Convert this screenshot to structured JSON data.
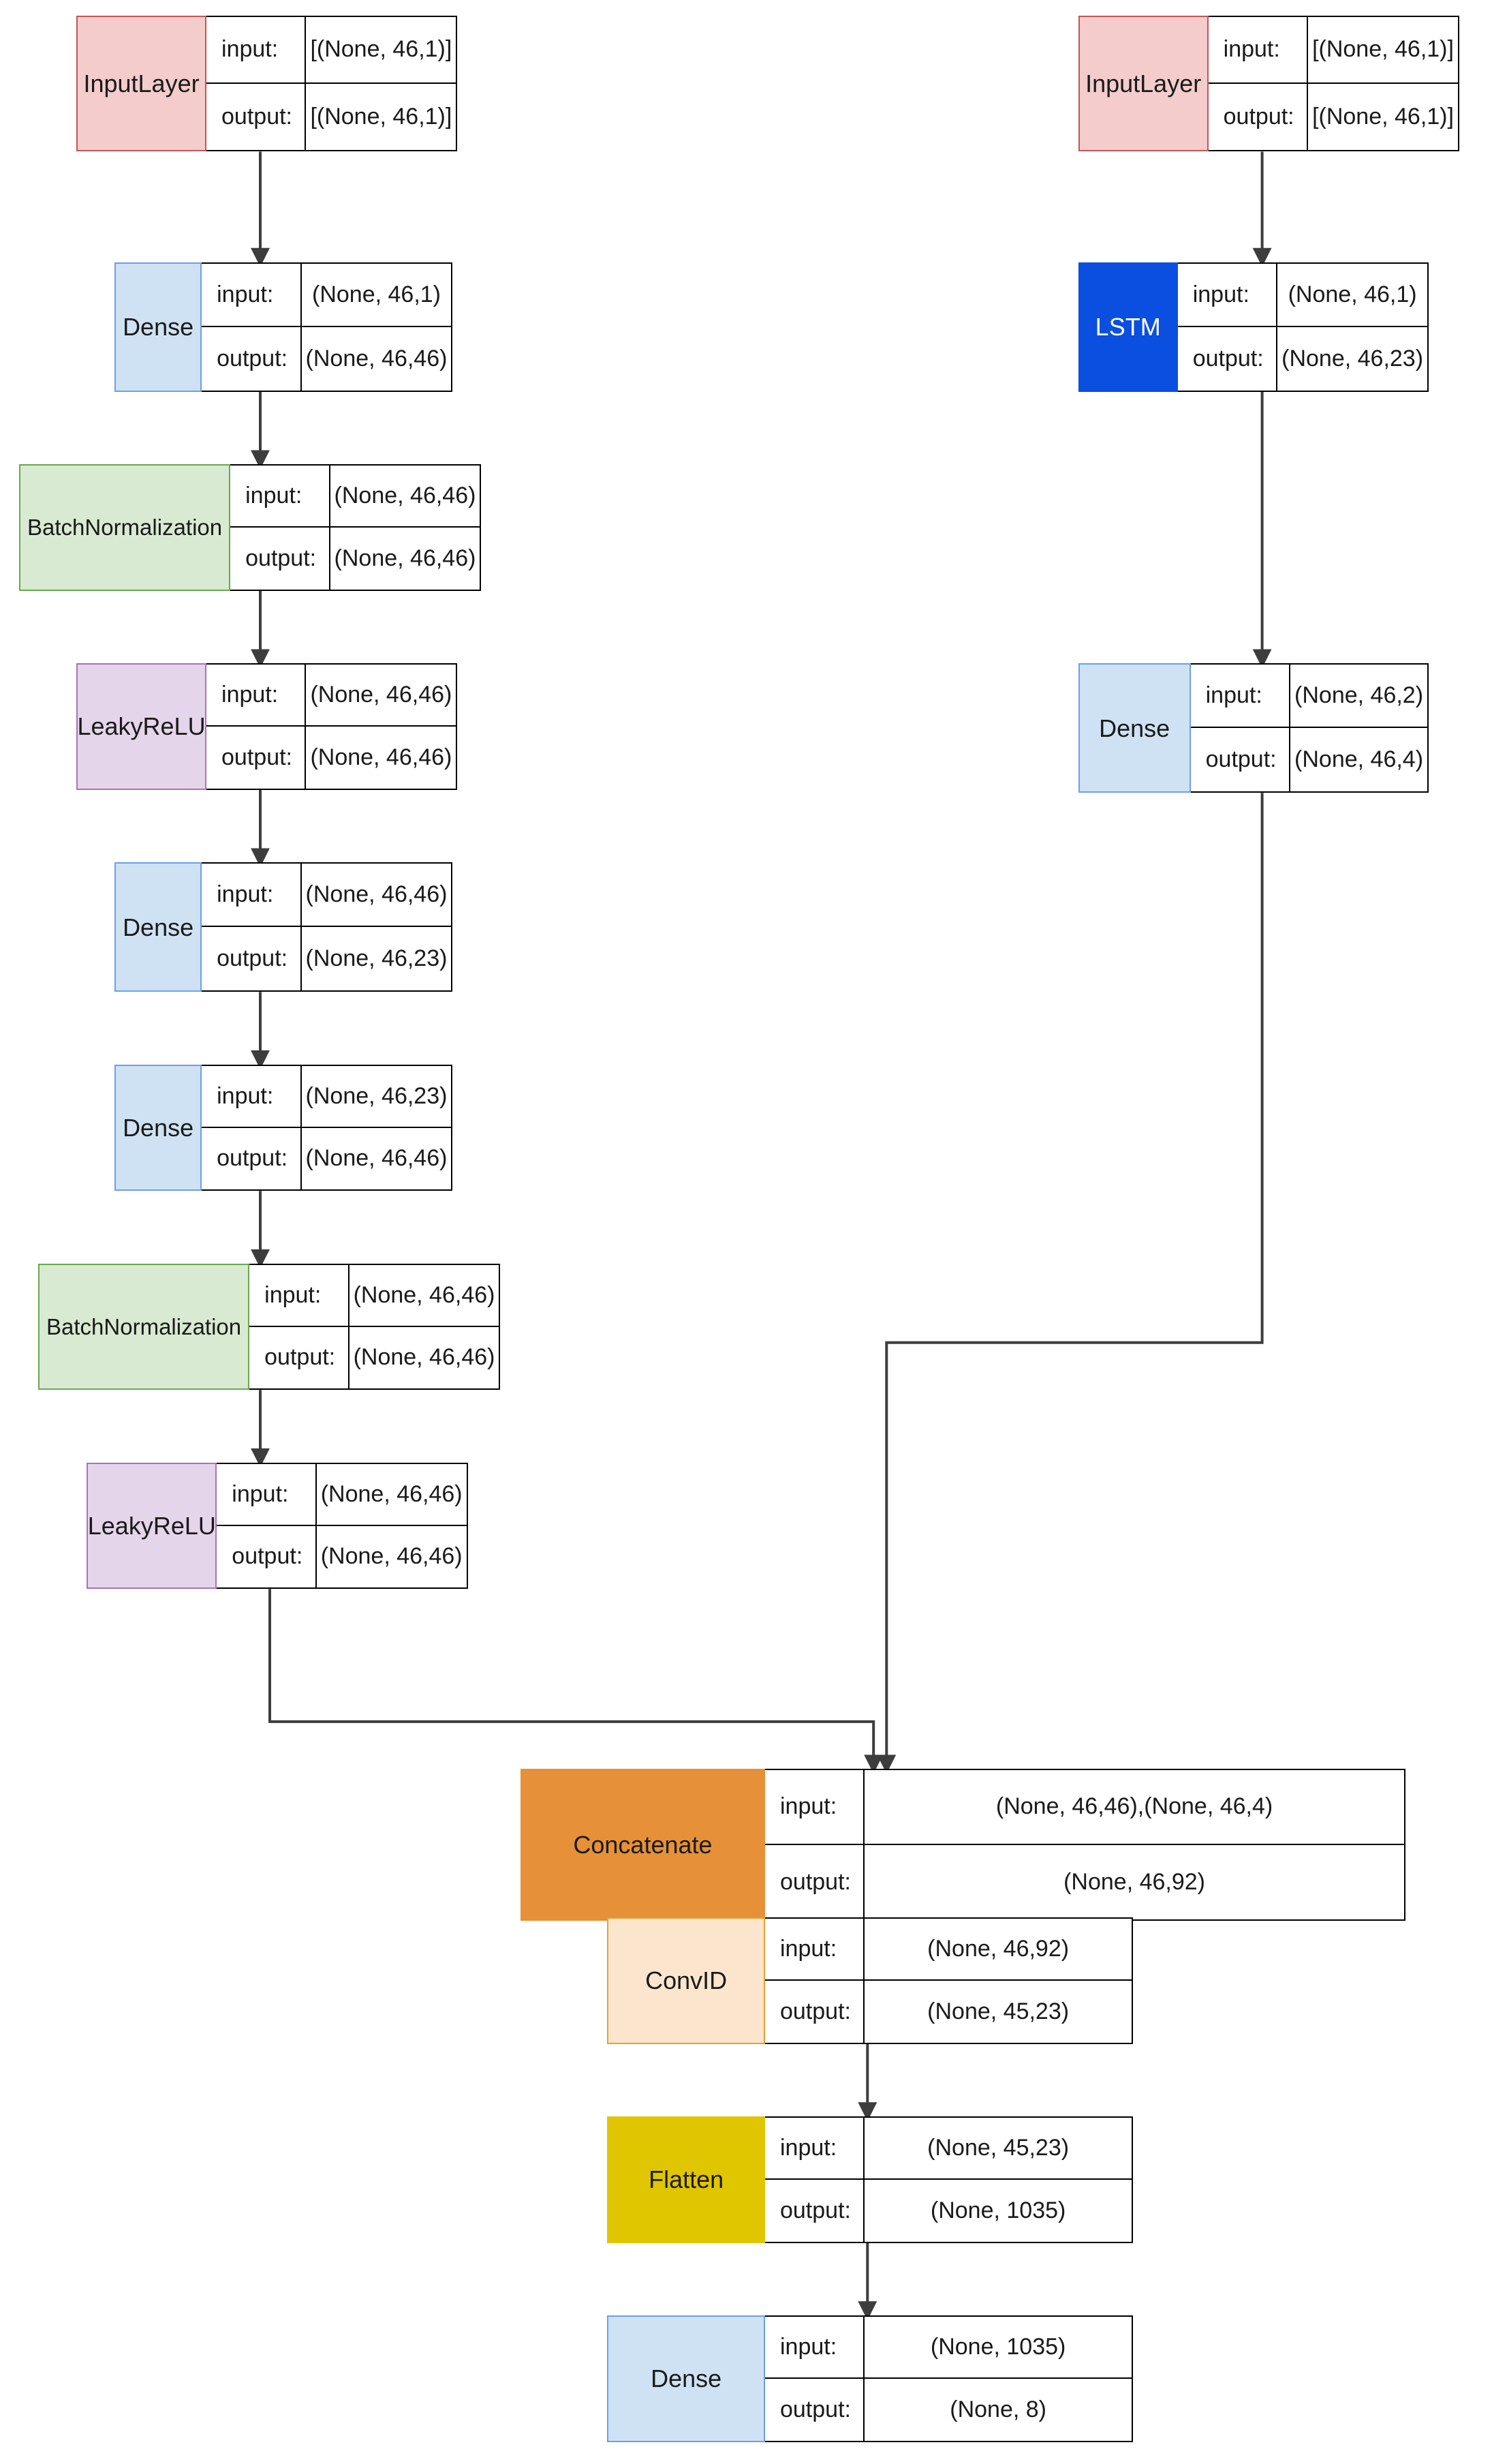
{
  "diagram": {
    "type": "keras-model-plot",
    "title": "",
    "row_labels": {
      "input": "input:",
      "output": "output:"
    },
    "colors": {
      "input_layer_fill": "#f4cccc",
      "input_layer_border": "#bf5656",
      "dense_fill": "#cfe2f3",
      "dense_border": "#6d9eeb",
      "lstm_fill": "#0b4fe0",
      "lstm_border": "#0b4fe0",
      "lstm_text": "#ffffff",
      "batchnorm_fill": "#d9ead3",
      "batchnorm_border": "#6aa84f",
      "leakyrelu_fill": "#e5d5ea",
      "leakyrelu_border": "#a674b5",
      "concatenate_fill": "#e69138",
      "concatenate_border": "#e69138",
      "conv1d_fill": "#fce5cd",
      "conv1d_border": "#e0a32e",
      "flatten_fill": "#e0c600",
      "flatten_border": "#e0c600",
      "edge": "#3d3d3d"
    },
    "nodes": [
      {
        "id": "input_1",
        "name": "InputLayer",
        "input": "[(None, 46,1)]",
        "output": "[(None, 46,1)]",
        "style": "input_layer"
      },
      {
        "id": "input_2",
        "name": "InputLayer",
        "input": "[(None, 46,1)]",
        "output": "[(None, 46,1)]",
        "style": "input_layer"
      },
      {
        "id": "dense_1",
        "name": "Dense",
        "input": "(None, 46,1)",
        "output": "(None, 46,46)",
        "style": "dense"
      },
      {
        "id": "lstm_1",
        "name": "LSTM",
        "input": "(None, 46,1)",
        "output": "(None, 46,23)",
        "style": "lstm"
      },
      {
        "id": "batchnorm_1",
        "name": "BatchNormalization",
        "input": "(None, 46,46)",
        "output": "(None, 46,46)",
        "style": "batchnorm"
      },
      {
        "id": "leakyrelu_1",
        "name": "LeakyReLU",
        "input": "(None, 46,46)",
        "output": "(None, 46,46)",
        "style": "leakyrelu"
      },
      {
        "id": "dense_right",
        "name": "Dense",
        "input": "(None, 46,2)",
        "output": "(None, 46,4)",
        "style": "dense"
      },
      {
        "id": "dense_2",
        "name": "Dense",
        "input": "(None, 46,46)",
        "output": "(None, 46,23)",
        "style": "dense"
      },
      {
        "id": "dense_3",
        "name": "Dense",
        "input": "(None, 46,23)",
        "output": "(None, 46,46)",
        "style": "dense"
      },
      {
        "id": "batchnorm_2",
        "name": "BatchNormalization",
        "input": "(None, 46,46)",
        "output": "(None, 46,46)",
        "style": "batchnorm"
      },
      {
        "id": "leakyrelu_2",
        "name": "LeakyReLU",
        "input": "(None, 46,46)",
        "output": "(None, 46,46)",
        "style": "leakyrelu"
      },
      {
        "id": "concatenate_1",
        "name": "Concatenate",
        "input": "(None, 46,46),(None, 46,4)",
        "output": "(None, 46,92)",
        "style": "concatenate"
      },
      {
        "id": "conv1d_1",
        "name": "ConvID",
        "input": "(None, 46,92)",
        "output": "(None, 45,23)",
        "style": "conv1d"
      },
      {
        "id": "flatten_1",
        "name": "Flatten",
        "input": "(None, 45,23)",
        "output": "(None, 1035)",
        "style": "flatten"
      },
      {
        "id": "dense_out",
        "name": "Dense",
        "input": "(None, 1035)",
        "output": "(None, 8)",
        "style": "dense"
      }
    ],
    "edges": [
      {
        "from": "input_1",
        "to": "dense_1"
      },
      {
        "from": "input_2",
        "to": "lstm_1"
      },
      {
        "from": "dense_1",
        "to": "batchnorm_1"
      },
      {
        "from": "batchnorm_1",
        "to": "leakyrelu_1"
      },
      {
        "from": "lstm_1",
        "to": "dense_right"
      },
      {
        "from": "leakyrelu_1",
        "to": "dense_2"
      },
      {
        "from": "dense_2",
        "to": "dense_3"
      },
      {
        "from": "dense_3",
        "to": "batchnorm_2"
      },
      {
        "from": "batchnorm_2",
        "to": "leakyrelu_2"
      },
      {
        "from": "leakyrelu_2",
        "to": "concatenate_1"
      },
      {
        "from": "dense_right",
        "to": "concatenate_1"
      },
      {
        "from": "concatenate_1",
        "to": "conv1d_1"
      },
      {
        "from": "conv1d_1",
        "to": "flatten_1"
      },
      {
        "from": "flatten_1",
        "to": "dense_out"
      }
    ]
  }
}
